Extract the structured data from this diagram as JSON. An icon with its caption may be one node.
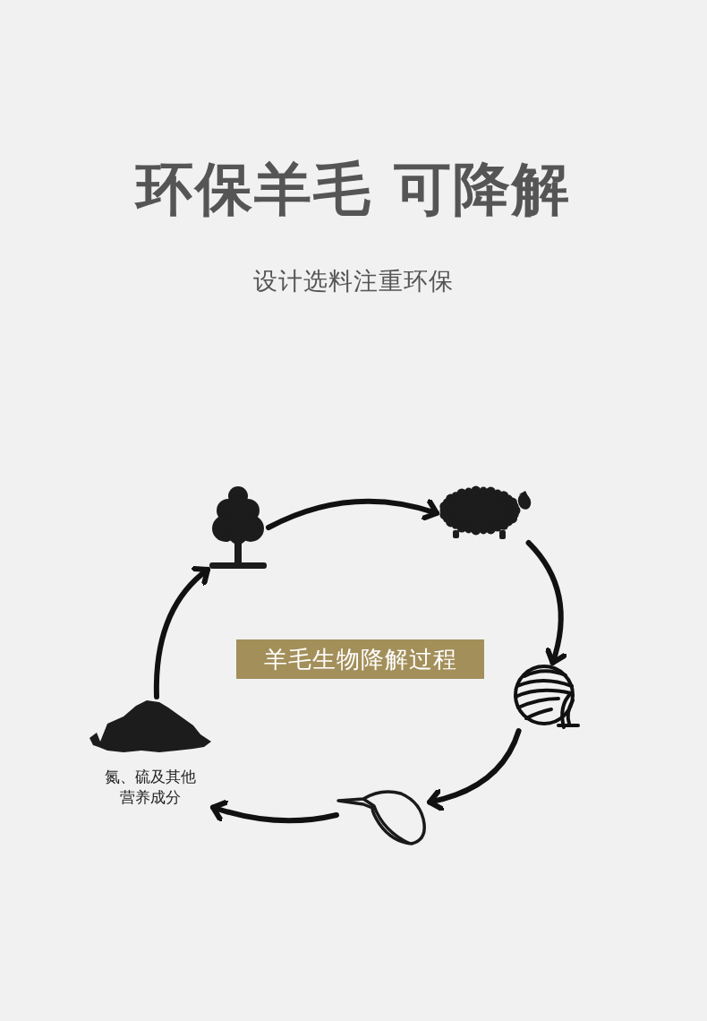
{
  "diagram": {
    "title": "环保羊毛 可降解",
    "nodes": [
      {
        "text": [],
        "shape": "picture"
      },
      {
        "text": [],
        "shape": "picture"
      },
      {
        "text": [],
        "shape": "picture"
      },
      {
        "text": [],
        "shape": "picture"
      },
      {
        "text": [],
        "shape": "picture",
        "beside": [
          "氮、硫及其他营养成分"
        ]
      },
      {
        "text": [
          "羊毛生物降解过程"
        ]
      }
    ],
    "edges": [
      {
        "from": 0,
        "to": 1,
        "arrow": "to"
      },
      {
        "from": 1,
        "to": 2,
        "arrow": "to"
      },
      {
        "from": 2,
        "to": 3,
        "arrow": "to"
      },
      {
        "from": 3,
        "to": 4,
        "arrow": "to"
      },
      {
        "from": 4,
        "to": 0,
        "arrow": "to"
      }
    ],
    "labels": [
      "设计选料注重环保"
    ]
  }
}
